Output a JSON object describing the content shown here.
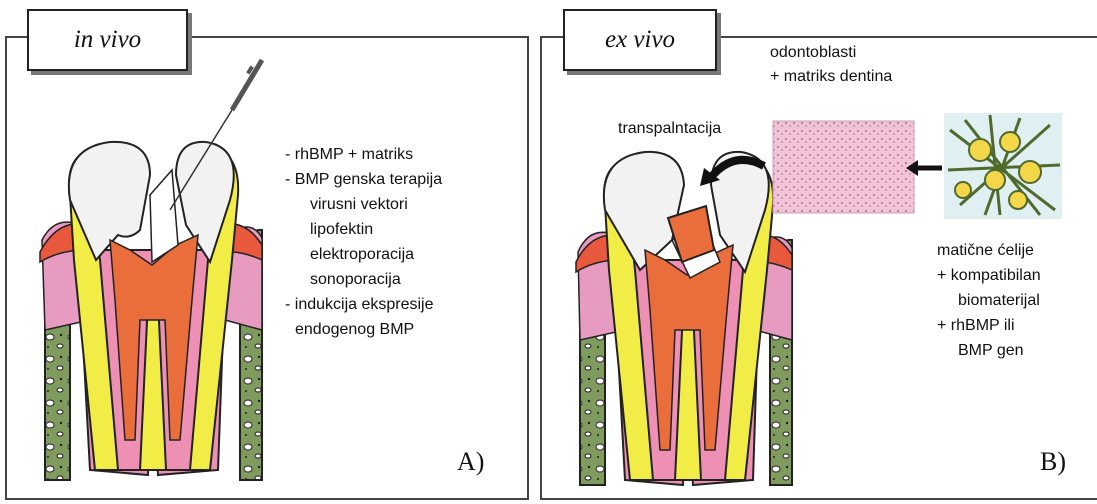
{
  "panel_a": {
    "tag": "in vivo",
    "corner": "A)",
    "list": [
      "- rhBMP + matriks",
      "- BMP genska terapija",
      "virusni vektori",
      "lipofektin",
      "elektroporacija",
      "sonoporacija",
      "- indukcija ekspresije",
      "endogenog BMP"
    ]
  },
  "panel_b": {
    "tag": "ex vivo",
    "corner": "B)",
    "odonto_line1": "odontoblasti",
    "odonto_line2": "+ matriks dentina",
    "transplant": "transpalntacija",
    "stem": [
      "matične ćelije",
      "+ kompatibilan",
      "biomaterijal",
      "+ rhBMP ili",
      "BMP gen"
    ]
  },
  "colors": {
    "gum": "#7f9b5e",
    "gum_pink": "#e79bc1",
    "gingiva_red": "#e8583c",
    "dentin": "#f2ec46",
    "pulp": "#ea6e3b",
    "enamel": "#f2f2f2",
    "canal_pink": "#ee8fb4",
    "histology": "#f0c3d6"
  }
}
